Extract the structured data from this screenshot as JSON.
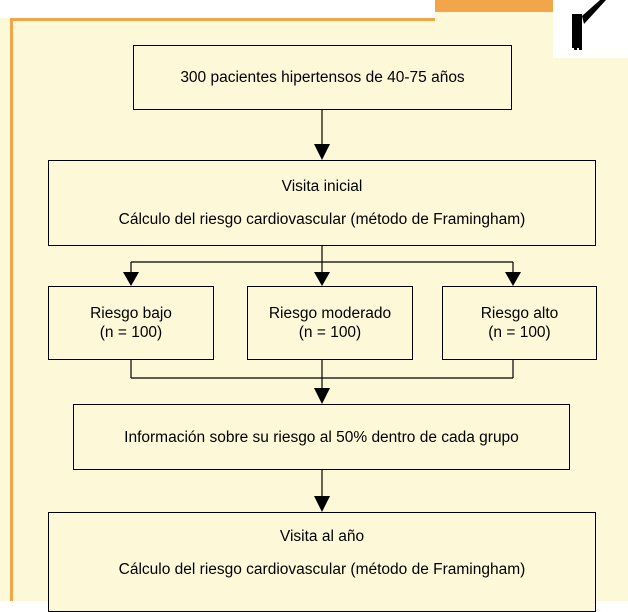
{
  "diagram": {
    "population": "300 pacientes hipertensos de 40-75 años",
    "initial_visit": {
      "title": "Visita inicial",
      "subtitle": "Cálculo del riesgo cardiovascular (método de Framingham)"
    },
    "groups": [
      {
        "label": "Riesgo bajo",
        "n": "(n = 100)"
      },
      {
        "label": "Riesgo moderado",
        "n": "(n = 100)"
      },
      {
        "label": "Riesgo alto",
        "n": "(n = 100)"
      }
    ],
    "information": "Información sobre su riesgo al 50% dentro de cada grupo",
    "year_visit": {
      "title": "Visita al año",
      "subtitle": "Cálculo del riesgo cardiovascular (método de Framingham)"
    }
  },
  "colors": {
    "background": "#fdf9d8",
    "frame": "#f3a54a",
    "line": "#000000"
  },
  "icons": [
    "figure-silhouette-icon"
  ]
}
